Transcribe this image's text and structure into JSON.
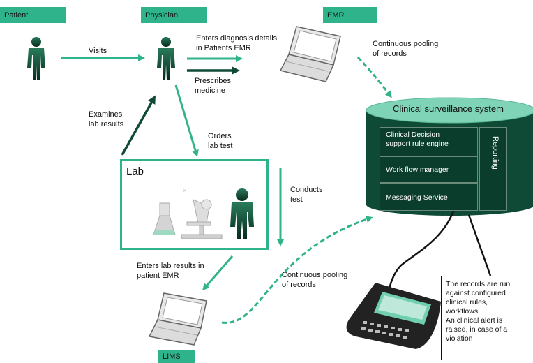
{
  "labels": {
    "patient": "Patient",
    "physician": "Physician",
    "emr": "EMR",
    "lims": "LIMS"
  },
  "flows": {
    "visits": "Visits",
    "enters_diagnosis_1": "Enters diagnosis details",
    "enters_diagnosis_2": "in Patients EMR",
    "prescribes_1": "Prescribes",
    "prescribes_2": "medicine",
    "examines_1": "Examines",
    "examines_2": "lab results",
    "orders_1": "Orders",
    "orders_2": "lab test",
    "conducts_1": "Conducts",
    "conducts_2": "test",
    "enters_lab_1": "Enters lab results in",
    "enters_lab_2": "patient EMR",
    "pooling_top_1": "Continuous pooling",
    "pooling_top_2": "of records",
    "pooling_bottom_1": "Continuous pooling",
    "pooling_bottom_2": "of records"
  },
  "lab": {
    "title": "Lab"
  },
  "system": {
    "title": "Clinical surveillance system",
    "modules": [
      {
        "line1": "Clinical Decision",
        "line2": "support  rule engine"
      },
      {
        "line1": "Work flow manager",
        "line2": ""
      },
      {
        "line1": "Messaging Service",
        "line2": ""
      }
    ],
    "reporting": "Reporting"
  },
  "note": {
    "lines": [
      "The records are run",
      "against configured",
      "clinical rules,",
      "workflows.",
      "An clinical alert is",
      "raised, in case of a",
      "violation"
    ]
  },
  "colors": {
    "accent": "#2fb38a",
    "dark_green": "#0e4a35",
    "panel": "#0b3d2c",
    "cylinder_top": "#7fd3b6"
  }
}
